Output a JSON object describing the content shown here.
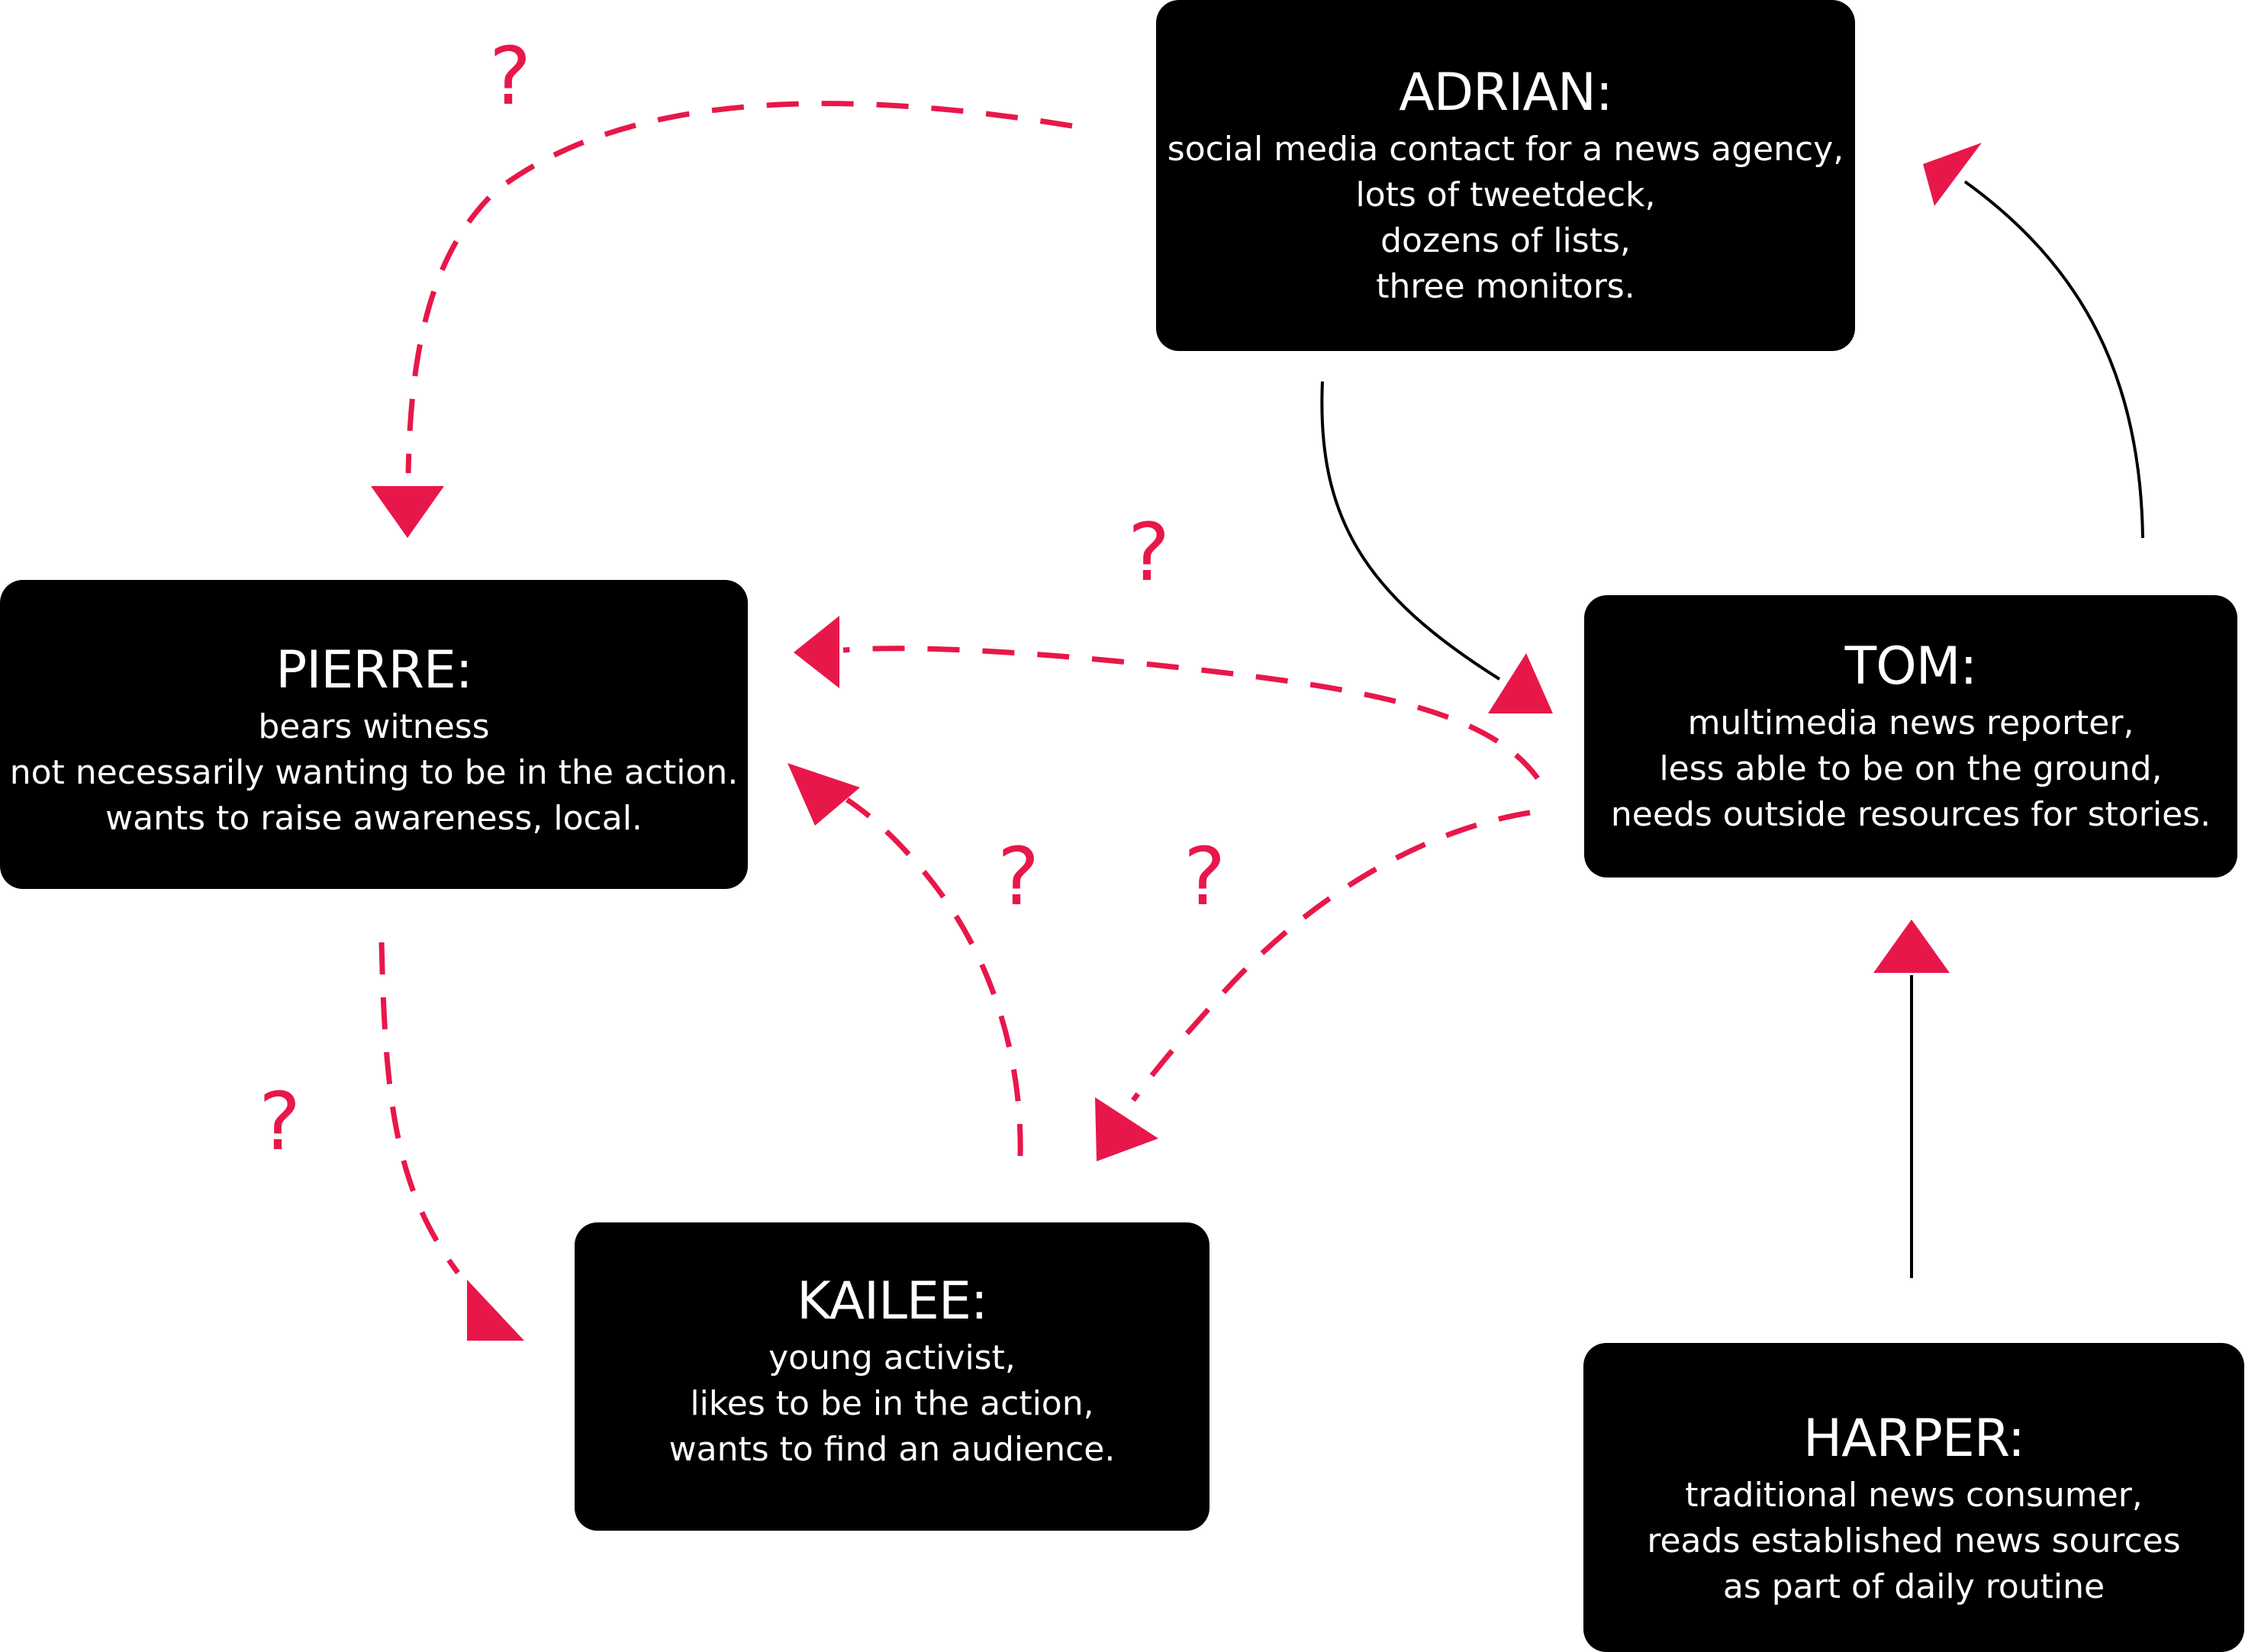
{
  "personas": {
    "adrian": {
      "name": "ADRIAN:",
      "lines": [
        "social media contact for a news agency,",
        "lots of tweetdeck,",
        "dozens of lists,",
        "three monitors."
      ]
    },
    "pierre": {
      "name": "PIERRE:",
      "lines": [
        "bears witness",
        "not necessarily wanting to be in the action.",
        "wants to raise awareness, local."
      ]
    },
    "tom": {
      "name": "TOM:",
      "lines": [
        "multimedia news reporter,",
        "less able to be on the ground,",
        "needs outside resources for stories."
      ]
    },
    "kailee": {
      "name": "KAILEE:",
      "lines": [
        "young activist,",
        "likes to be in the action,",
        "wants to find an audience."
      ]
    },
    "harper": {
      "name": "HARPER:",
      "lines": [
        "traditional news consumer,",
        "reads established news sources",
        "as part of daily routine"
      ]
    }
  },
  "question_marks": [
    "?",
    "?",
    "?",
    "?",
    "?"
  ],
  "connections": [
    {
      "from": "ADRIAN",
      "to": "PIERRE",
      "style": "dashed",
      "uncertain": true
    },
    {
      "from": "ADRIAN",
      "to": "TOM",
      "style": "solid",
      "uncertain": false
    },
    {
      "from": "TOM",
      "to": "ADRIAN",
      "style": "solid",
      "uncertain": false
    },
    {
      "from": "TOM",
      "to": "PIERRE",
      "style": "dashed",
      "uncertain": true
    },
    {
      "from": "TOM",
      "to": "KAILEE",
      "style": "dashed",
      "uncertain": true
    },
    {
      "from": "KAILEE",
      "to": "PIERRE",
      "style": "dashed",
      "uncertain": true
    },
    {
      "from": "PIERRE",
      "to": "KAILEE",
      "style": "dashed",
      "uncertain": true
    },
    {
      "from": "HARPER",
      "to": "TOM",
      "style": "solid",
      "uncertain": false
    }
  ],
  "colors": {
    "box_fill": "#000000",
    "box_text": "#ffffff",
    "uncertain_link": "#e8174a",
    "known_link": "#000000"
  }
}
